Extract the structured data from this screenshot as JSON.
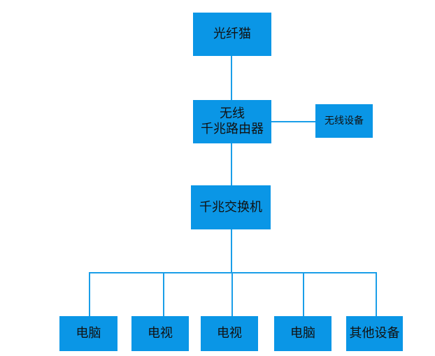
{
  "diagram": {
    "line_color": "#1a9ee8",
    "node_color": "#0a96e6",
    "text_color": "#111111",
    "nodes": {
      "modem": {
        "label": "光纤猫"
      },
      "router": {
        "label": "无线\n千兆路由器"
      },
      "wireless": {
        "label": "无线设备"
      },
      "switch": {
        "label": "千兆交换机"
      },
      "pc1": {
        "label": "电脑"
      },
      "tv1": {
        "label": "电视"
      },
      "tv2": {
        "label": "电视"
      },
      "pc2": {
        "label": "电脑"
      },
      "other": {
        "label": "其他设备"
      }
    }
  }
}
